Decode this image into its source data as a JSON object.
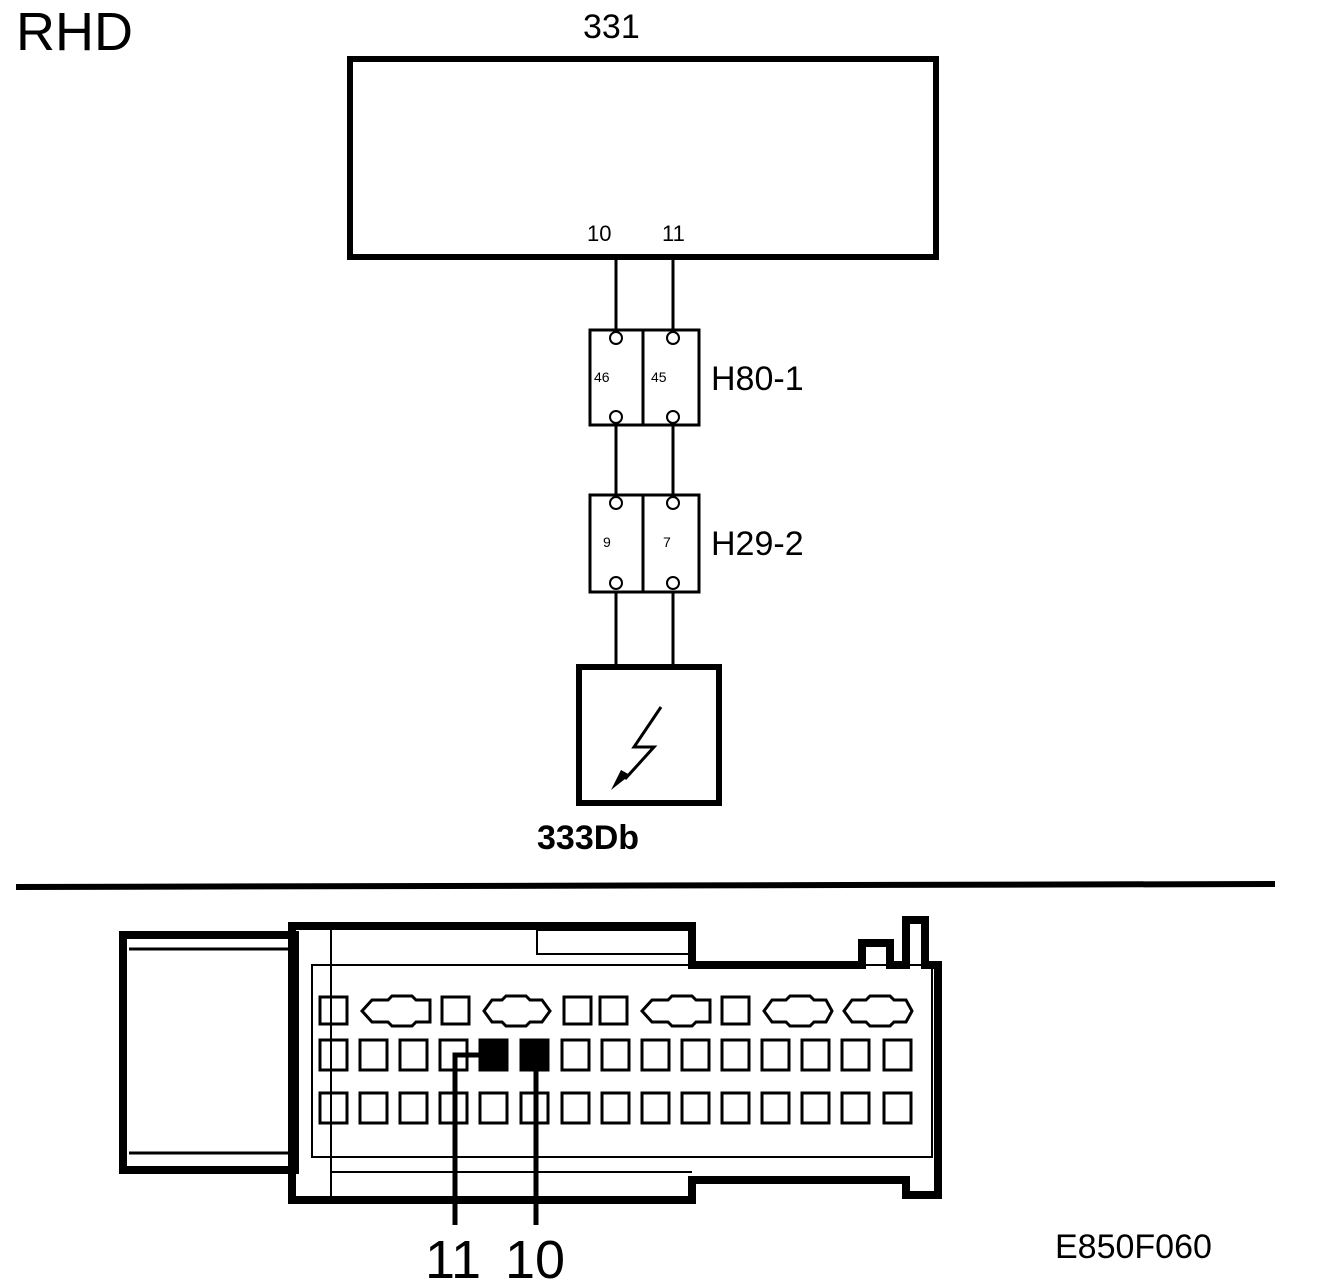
{
  "page": {
    "region_label": "RHD",
    "figure_code": "E850F060"
  },
  "module": {
    "id": "331",
    "pins": [
      "10",
      "11"
    ]
  },
  "connector_h80": {
    "id": "H80-1",
    "pins": [
      "46",
      "45"
    ]
  },
  "connector_h29": {
    "id": "H29-2",
    "pins": [
      "9",
      "7"
    ]
  },
  "antenna": {
    "id": "333Db",
    "icon": "lightning-bolt-icon"
  },
  "connector_face": {
    "highlighted_pins": [
      "11",
      "10"
    ]
  },
  "colors": {
    "ink": "#000000",
    "paper": "#ffffff"
  }
}
